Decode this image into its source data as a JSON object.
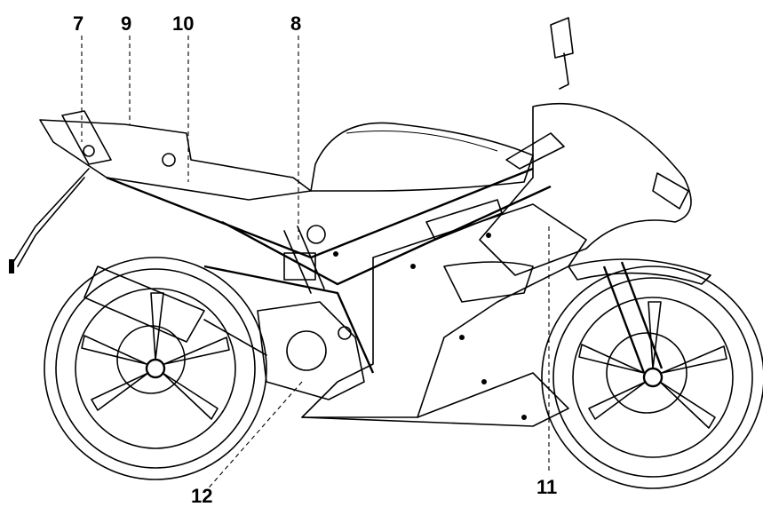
{
  "callouts": [
    {
      "id": "7",
      "label": "7"
    },
    {
      "id": "9",
      "label": "9"
    },
    {
      "id": "10",
      "label": "10"
    },
    {
      "id": "8",
      "label": "8"
    },
    {
      "id": "12",
      "label": "12"
    },
    {
      "id": "11",
      "label": "11"
    }
  ]
}
